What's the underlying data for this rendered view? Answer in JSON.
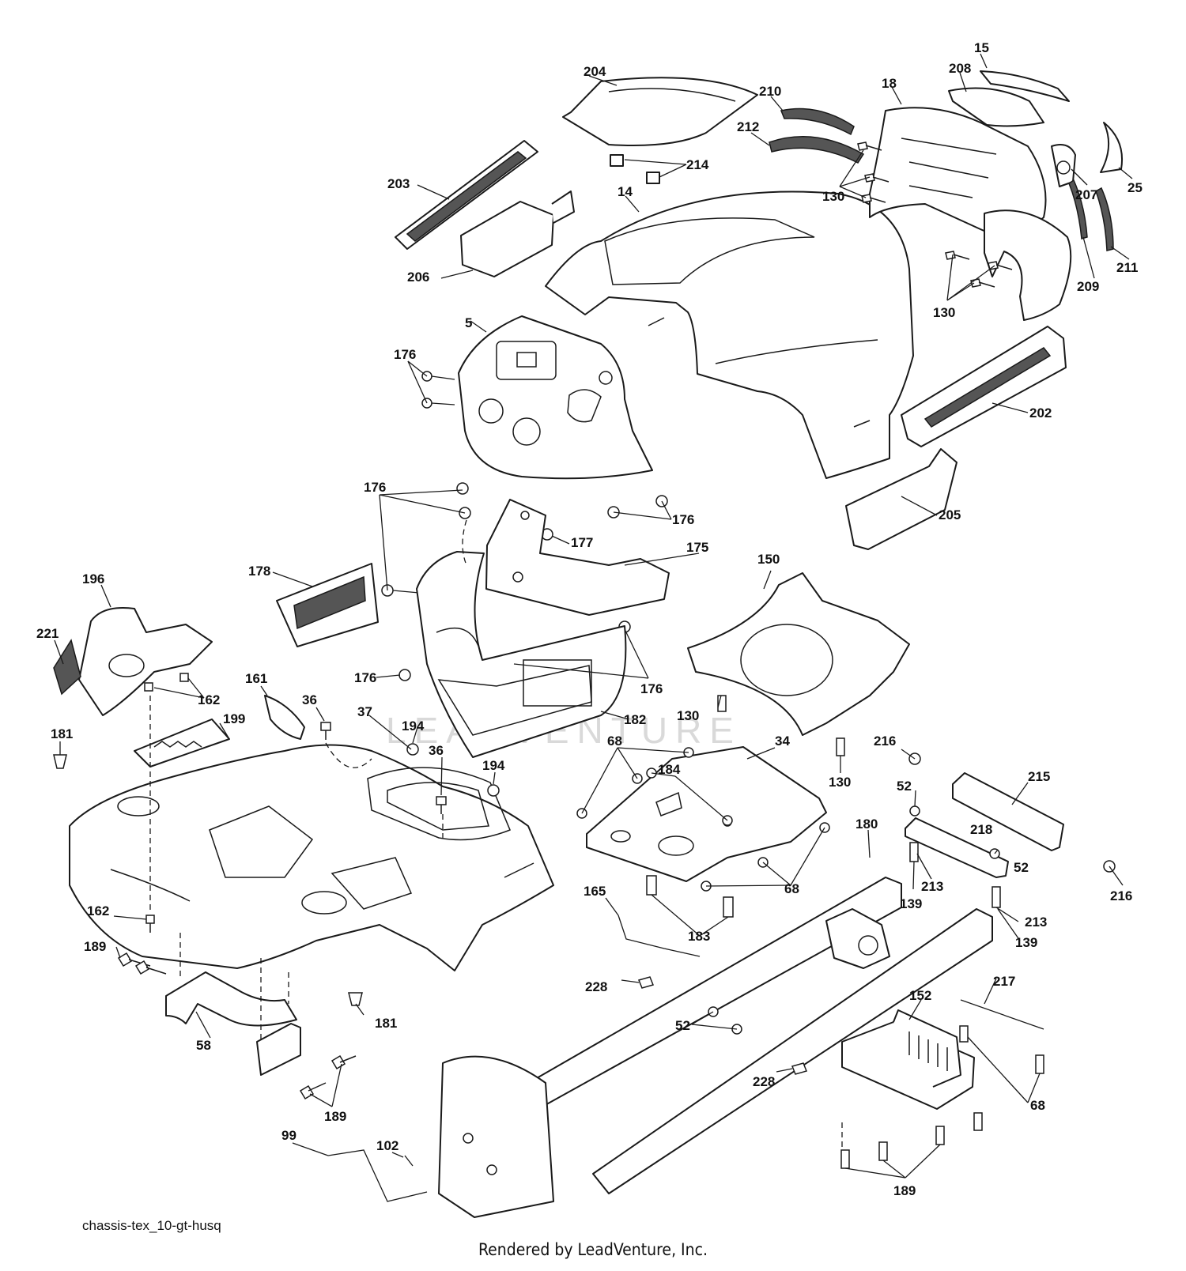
{
  "watermark": "LEADVENTURE",
  "caption": "chassis-tex_10-gt-husq",
  "credit": "Rendered by LeadVenture, Inc.",
  "callouts": {
    "c204": "204",
    "c15": "15",
    "c208": "208",
    "c18": "18",
    "c210": "210",
    "c212": "212",
    "c214": "214",
    "c203": "203",
    "c14": "14",
    "c130a": "130",
    "c207": "207",
    "c25": "25",
    "c206": "206",
    "c209": "209",
    "c211": "211",
    "c130b": "130",
    "c5": "5",
    "c176a": "176",
    "c202": "202",
    "c176b": "176",
    "c176c": "176",
    "c205": "205",
    "c177": "177",
    "c175": "175",
    "c150": "150",
    "c196": "196",
    "c178": "178",
    "c221": "221",
    "c176d": "176",
    "c176e": "176",
    "c162a": "162",
    "c161": "161",
    "c36a": "36",
    "c182": "182",
    "c181a": "181",
    "c37": "37",
    "c194a": "194",
    "c199": "199",
    "c36b": "36",
    "c194b": "194",
    "c68a": "68",
    "c184": "184",
    "c34": "34",
    "c130c": "130",
    "c130d": "130",
    "c216a": "216",
    "c215": "215",
    "c52a": "52",
    "c218": "218",
    "c52b": "52",
    "c180": "180",
    "c213a": "213",
    "c216b": "216",
    "c139a": "139",
    "c68b": "68",
    "c165": "165",
    "c162b": "162",
    "c183": "183",
    "c213b": "213",
    "c139b": "139",
    "c189a": "189",
    "c217": "217",
    "c228a": "228",
    "c152": "152",
    "c181b": "181",
    "c52c": "52",
    "c58": "58",
    "c228b": "228",
    "c68c": "68",
    "c189b": "189",
    "c99": "99",
    "c102": "102",
    "c189c": "189"
  }
}
